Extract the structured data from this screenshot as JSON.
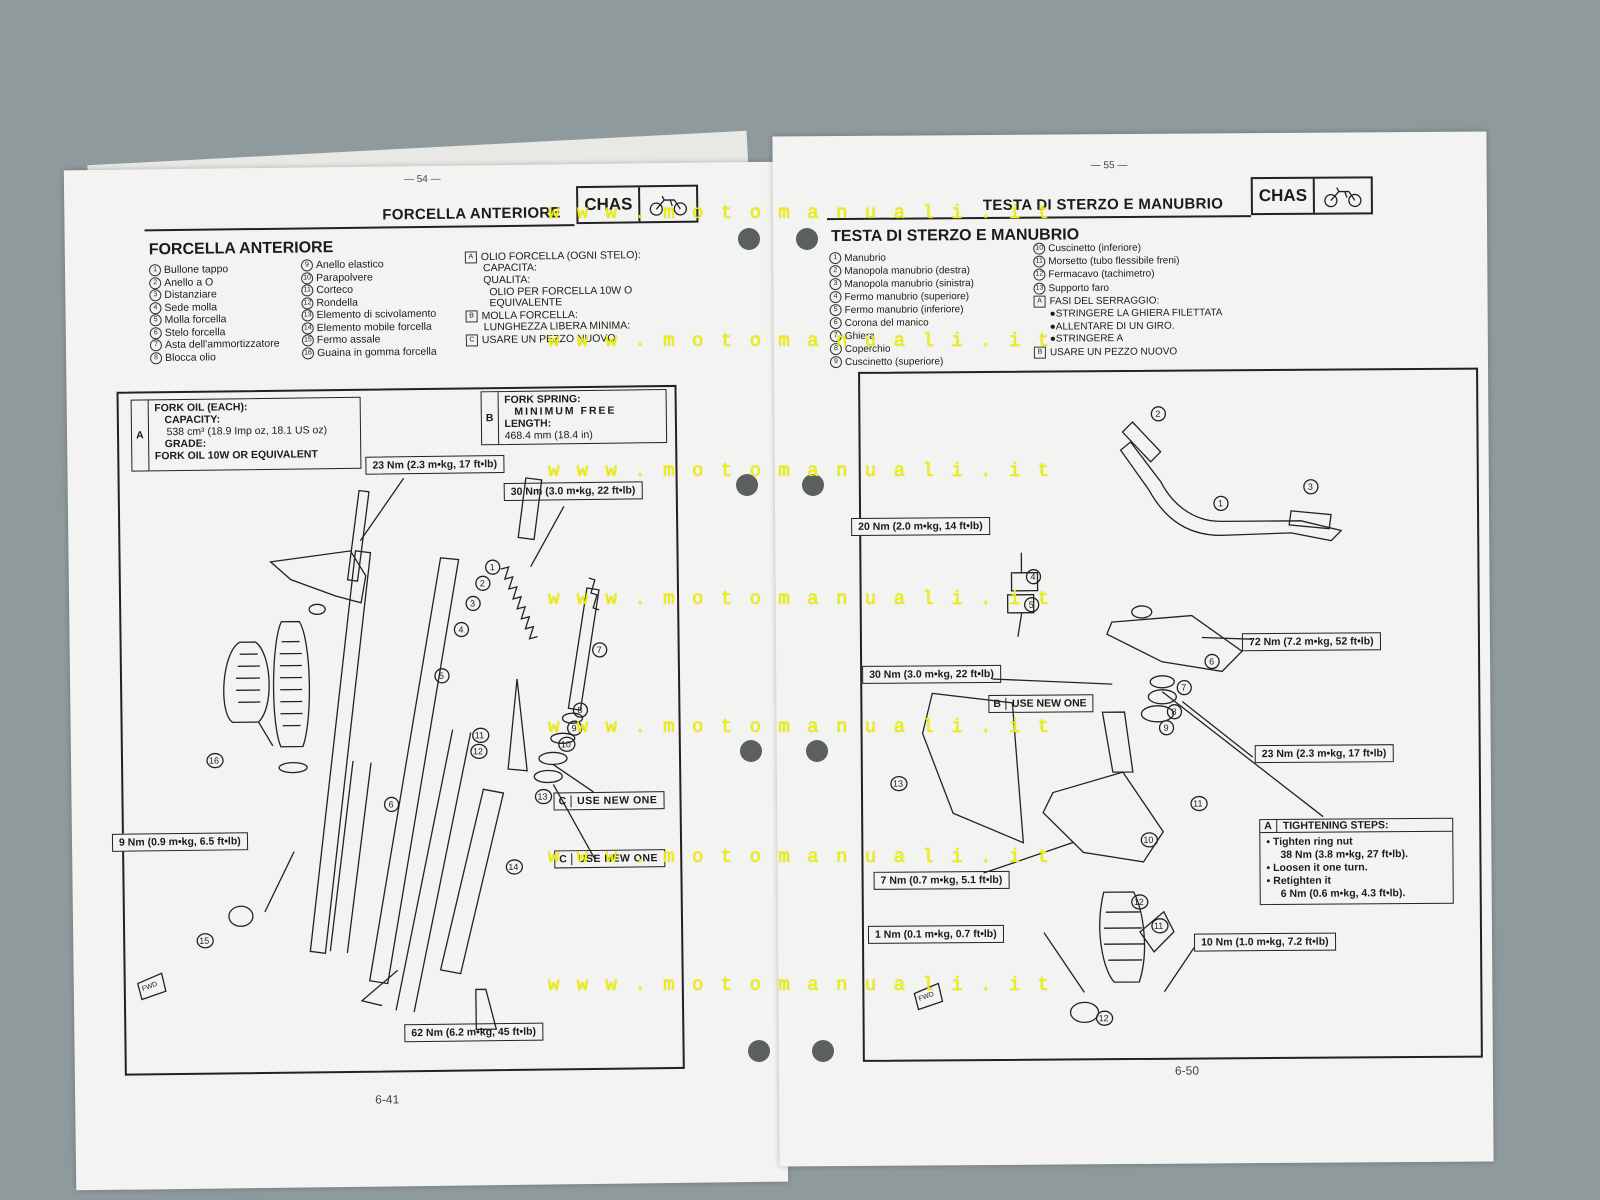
{
  "left_page": {
    "page_number_top": "— 54 —",
    "header": "FORCELLA ANTERIORE",
    "chas_label": "CHAS",
    "subheading": "FORCELLA ANTERIORE",
    "parts_col1": [
      {
        "n": "1",
        "t": "Bullone tappo"
      },
      {
        "n": "2",
        "t": "Anello a O"
      },
      {
        "n": "3",
        "t": "Distanziare"
      },
      {
        "n": "4",
        "t": "Sede molla"
      },
      {
        "n": "5",
        "t": "Molla forcella"
      },
      {
        "n": "6",
        "t": "Stelo forcella"
      },
      {
        "n": "7",
        "t": "Asta dell'ammortizzatore"
      },
      {
        "n": "8",
        "t": "Blocca olio"
      }
    ],
    "parts_col2": [
      {
        "n": "9",
        "t": "Anello elastico"
      },
      {
        "n": "10",
        "t": "Parapolvere"
      },
      {
        "n": "11",
        "t": "Corteco"
      },
      {
        "n": "12",
        "t": "Rondella"
      },
      {
        "n": "13",
        "t": "Elemento di scivolamento"
      },
      {
        "n": "14",
        "t": "Elemento mobile forcella"
      },
      {
        "n": "15",
        "t": "Fermo assale"
      },
      {
        "n": "16",
        "t": "Guaina in gomma forcella"
      }
    ],
    "notes": [
      {
        "tag": "A",
        "lines": [
          "OLIO FORCELLA (OGNI STELO):",
          "CAPACITA:",
          "QUALITA:",
          "OLIO PER FORCELLA 10W O",
          "EQUIVALENTE"
        ]
      },
      {
        "tag": "B",
        "lines": [
          "MOLLA FORCELLA:",
          "LUNGHEZZA LIBERA MINIMA:"
        ]
      },
      {
        "tag": "C",
        "lines": [
          "USARE UN PEZZO NUOVO"
        ]
      }
    ],
    "box_a": {
      "tag": "A",
      "lines": [
        "FORK OIL (EACH):",
        "CAPACITY:",
        "538 cm³ (18.9 Imp oz, 18.1 US oz)",
        "GRADE:",
        "FORK OIL 10W OR EQUIVALENT"
      ]
    },
    "box_b": {
      "tag": "B",
      "lines": [
        "FORK SPRING:",
        "MINIMUM FREE",
        "LENGTH:",
        "468.4 mm (18.4 in)"
      ]
    },
    "torques": {
      "t23": "23 Nm (2.3 m•kg, 17 ft•lb)",
      "t30": "30 Nm (3.0 m•kg, 22 ft•lb)",
      "t9": "9 Nm (0.9 m•kg, 6.5 ft•lb)",
      "t62": "62 Nm (6.2 m•kg, 45 ft•lb)"
    },
    "use_new_one_tag": "C",
    "use_new_one": "USE NEW ONE",
    "fwd": "FWD",
    "callouts": [
      "1",
      "2",
      "3",
      "4",
      "5",
      "6",
      "7",
      "8",
      "9",
      "10",
      "11",
      "12",
      "13",
      "14",
      "15",
      "16"
    ],
    "page_number_bottom": "6-41"
  },
  "right_page": {
    "page_number_top": "— 55 —",
    "header": "TESTA DI STERZO E MANUBRIO",
    "chas_label": "CHAS",
    "subheading": "TESTA DI STERZO E MANUBRIO",
    "parts_col1": [
      {
        "n": "1",
        "t": "Manubrio"
      },
      {
        "n": "2",
        "t": "Manopola manubrio (destra)"
      },
      {
        "n": "3",
        "t": "Manopola manubrio (sinistra)"
      },
      {
        "n": "4",
        "t": "Fermo manubrio (superiore)"
      },
      {
        "n": "5",
        "t": "Fermo manubrio (inferiore)"
      },
      {
        "n": "6",
        "t": "Corona del manico"
      },
      {
        "n": "7",
        "t": "Ghiera"
      },
      {
        "n": "8",
        "t": "Coperchio"
      },
      {
        "n": "9",
        "t": "Cuscinetto (superiore)"
      }
    ],
    "parts_col2": [
      {
        "n": "10",
        "t": "Cuscinetto (inferiore)"
      },
      {
        "n": "11",
        "t": "Morsetto (tubo flessibile freni)"
      },
      {
        "n": "12",
        "t": "Fermacavo (tachimetro)"
      },
      {
        "n": "13",
        "t": "Supporto faro"
      }
    ],
    "notes": [
      {
        "tag": "A",
        "lines": [
          "FASI DEL SERRAGGIO:",
          "●STRINGERE LA GHIERA FILETTATA",
          "●ALLENTARE DI UN GIRO.",
          "●STRINGERE A"
        ]
      },
      {
        "tag": "B",
        "lines": [
          "USARE UN PEZZO NUOVO"
        ]
      }
    ],
    "torques": {
      "t20": "20 Nm (2.0 m•kg, 14 ft•lb)",
      "t72": "72 Nm (7.2 m•kg, 52 ft•lb)",
      "t30": "30 Nm (3.0 m•kg, 22 ft•lb)",
      "t23": "23 Nm (2.3 m•kg, 17 ft•lb)",
      "t7": "7 Nm (0.7 m•kg, 5.1 ft•lb)",
      "t1": "1 Nm (0.1 m•kg, 0.7 ft•lb)",
      "t10": "10 Nm (1.0 m•kg, 7.2 ft•lb)"
    },
    "use_new_tag": "B",
    "use_new_one": "USE NEW ONE",
    "tightening": {
      "tag": "A",
      "title": "TIGHTENING STEPS:",
      "lines": [
        "• Tighten ring nut",
        "38 Nm (3.8 m•kg, 27 ft•lb).",
        "• Loosen it one turn.",
        "• Retighten it",
        "6 Nm (0.6 m•kg, 4.3 ft•lb)."
      ]
    },
    "fwd": "FWD",
    "callouts": [
      "1",
      "2",
      "3",
      "4",
      "5",
      "6",
      "7",
      "8",
      "9",
      "10",
      "11",
      "12",
      "13"
    ],
    "page_number_bottom": "6-50"
  },
  "watermark": "w w w . m o t o m a n u a l i . i t"
}
